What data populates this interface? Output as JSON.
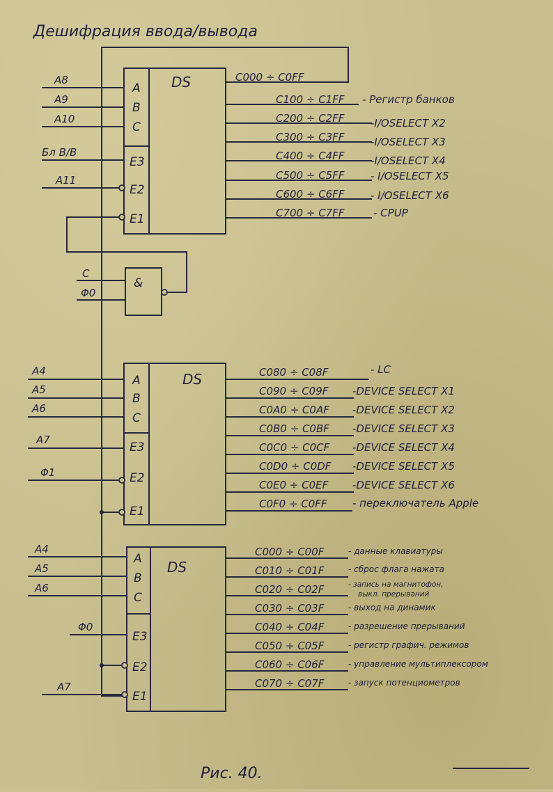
{
  "title": "Дешифрация ввода/вывода",
  "caption": "Рис. 40.",
  "decoder1": {
    "label": "DS",
    "pins": [
      "A",
      "B",
      "C",
      "E3",
      "E2",
      "E1"
    ],
    "inputs": [
      "A8",
      "A9",
      "A10",
      "Бл В/В",
      "A11"
    ],
    "outputs": [
      {
        "range": "C000 ÷ C0FF",
        "desc": ""
      },
      {
        "range": "C100 ÷ C1FF",
        "desc": "- Регистр банков"
      },
      {
        "range": "C200 ÷ C2FF",
        "desc": "-I/OSELECT X2"
      },
      {
        "range": "C300 ÷ C3FF",
        "desc": "-I/OSELECT X3"
      },
      {
        "range": "C400 ÷ C4FF",
        "desc": "-I/OSELECT X4"
      },
      {
        "range": "C500 ÷ C5FF",
        "desc": "- I/OSELECT X5"
      },
      {
        "range": "C600 ÷ C6FF",
        "desc": "- I/OSELECT X6"
      },
      {
        "range": "C700 ÷ C7FF",
        "desc": "- CPUP"
      }
    ]
  },
  "gate": {
    "label": "&",
    "inputs": [
      "C",
      "Φ0"
    ]
  },
  "decoder2": {
    "label": "DS",
    "pins": [
      "A",
      "B",
      "C",
      "E3",
      "E2",
      "E1"
    ],
    "inputs": [
      "A4",
      "A5",
      "A6",
      "A7",
      "Φ1"
    ],
    "outputs": [
      {
        "range": "C080 ÷ C08F",
        "desc": "- LC"
      },
      {
        "range": "C090 ÷ C09F",
        "desc": "-DEVICE SELECT X1"
      },
      {
        "range": "C0A0 ÷ C0AF",
        "desc": "-DEVICE SELECT X2"
      },
      {
        "range": "C0B0 ÷ C0BF",
        "desc": "-DEVICE SELECT X3"
      },
      {
        "range": "C0C0 ÷ C0CF",
        "desc": "-DEVICE SELECT X4"
      },
      {
        "range": "C0D0 ÷ C0DF",
        "desc": "-DEVICE SELECT X5"
      },
      {
        "range": "C0E0 ÷ C0EF",
        "desc": "-DEVICE SELECT X6"
      },
      {
        "range": "C0F0 ÷ C0FF",
        "desc": "- переключатель Apple"
      }
    ]
  },
  "decoder3": {
    "label": "DS",
    "pins": [
      "A",
      "B",
      "C",
      "E3",
      "E2",
      "E1"
    ],
    "inputs": [
      "A4",
      "A5",
      "A6",
      "Φ0",
      "A7"
    ],
    "outputs": [
      {
        "range": "C000 ÷ C00F",
        "desc": "- данные клавиатуры"
      },
      {
        "range": "C010 ÷ C01F",
        "desc": "- сброс флага нажата"
      },
      {
        "range": "C020 ÷ C02F",
        "desc": "- запись на магнитофон,",
        "desc2": "выкл. прерываний"
      },
      {
        "range": "C030 ÷ C03F",
        "desc": "- выход на динамик"
      },
      {
        "range": "C040 ÷ C04F",
        "desc": "- разрешение прерываний"
      },
      {
        "range": "C050 ÷ C05F",
        "desc": "- регистр графич. режимов"
      },
      {
        "range": "C060 ÷ C06F",
        "desc": "- управление мультиплексором"
      },
      {
        "range": "C070 ÷ C07F",
        "desc": "- запуск потенциометров"
      }
    ]
  }
}
